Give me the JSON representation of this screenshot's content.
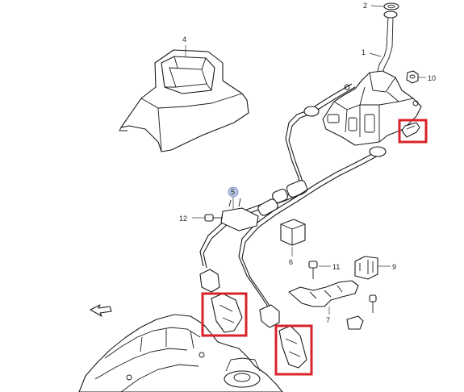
{
  "callouts": {
    "c1": "1",
    "c2": "2",
    "c4": "4",
    "c5": "5",
    "c6": "6",
    "c7": "7",
    "c9": "9",
    "c10": "10",
    "c11": "11",
    "c12": "12"
  },
  "colors": {
    "highlight": "#d8232a",
    "line": "#1a1a1a",
    "callout_5_circle": "#b7c6e4"
  },
  "icons": [
    "front-arrow-icon"
  ]
}
